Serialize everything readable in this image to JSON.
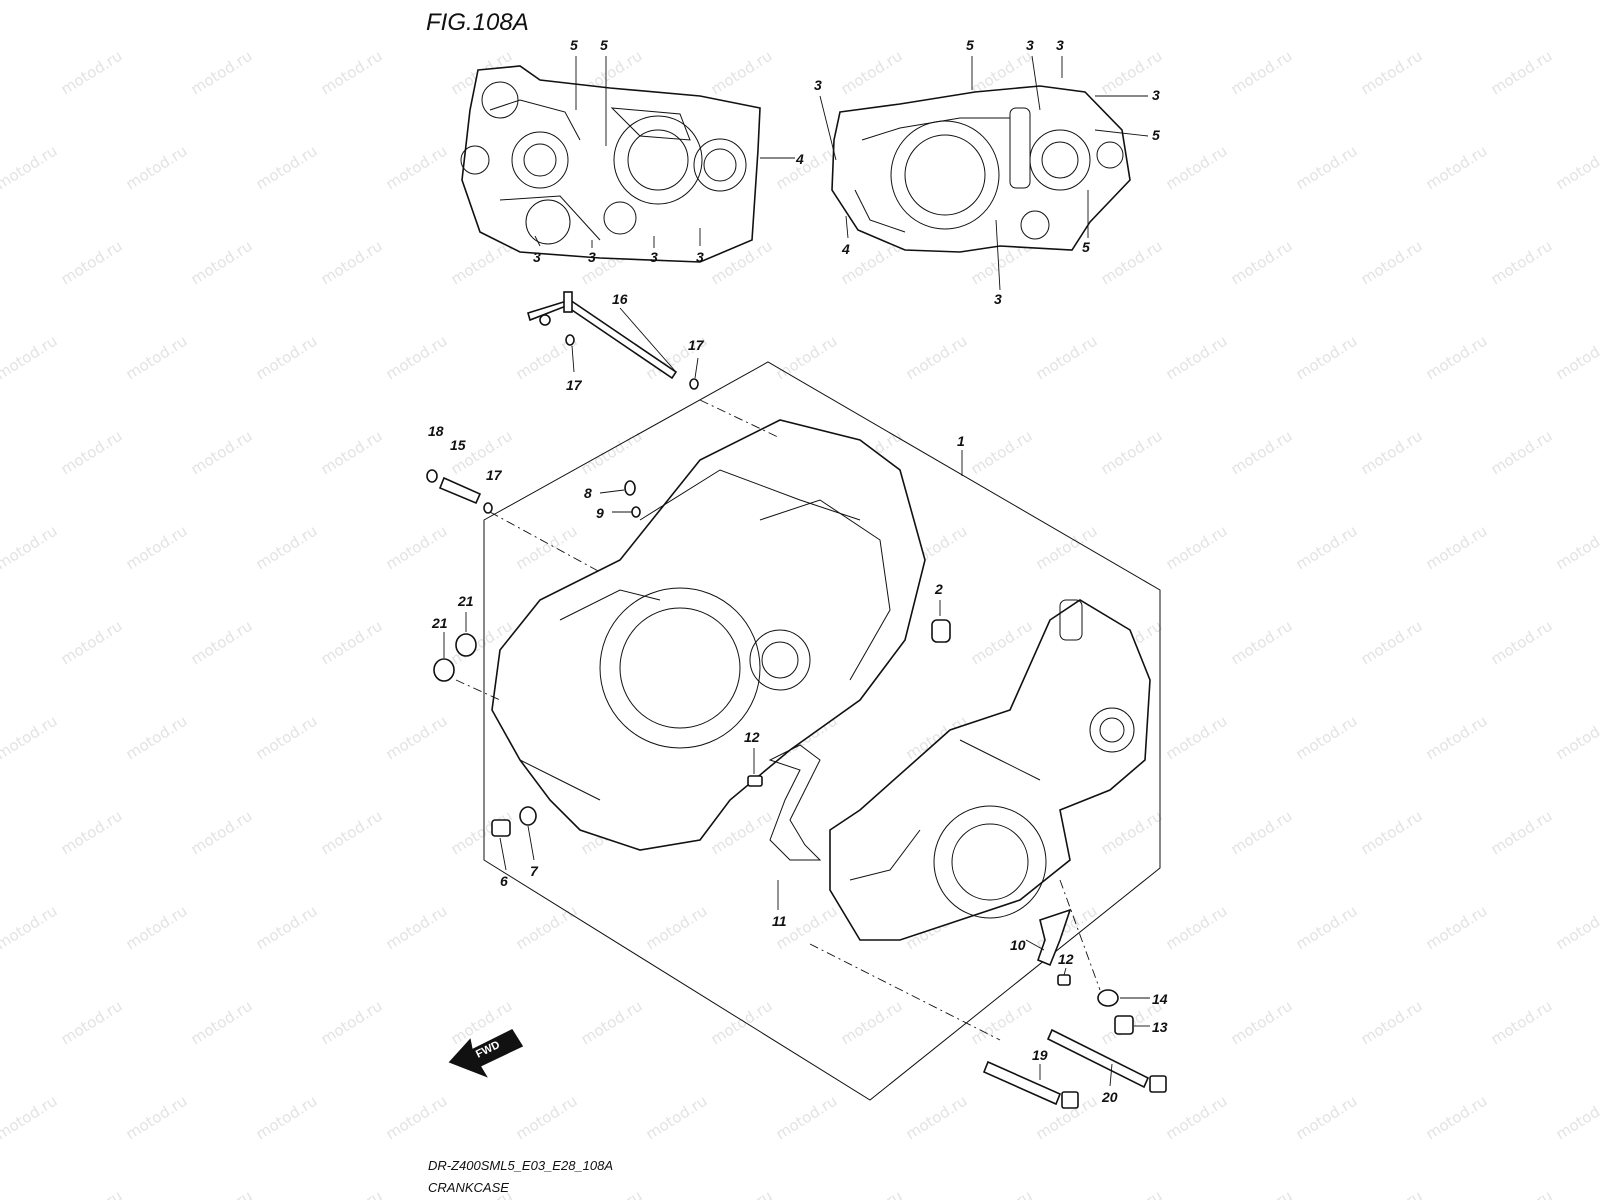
{
  "figure": {
    "title": "FIG.108A",
    "code": "DR-Z400SML5_E03_E28_108A",
    "caption": "CRANKCASE",
    "fwd_label": "FWD",
    "watermark": "motod.ru"
  },
  "callouts": [
    {
      "id": "c-5-a",
      "text": "5"
    },
    {
      "id": "c-5-b",
      "text": "5"
    },
    {
      "id": "c-4-a",
      "text": "4"
    },
    {
      "id": "c-3-a",
      "text": "3"
    },
    {
      "id": "c-3-b",
      "text": "3"
    },
    {
      "id": "c-3-c",
      "text": "3"
    },
    {
      "id": "c-3-d",
      "text": "3"
    },
    {
      "id": "c-5-c",
      "text": "5"
    },
    {
      "id": "c-3-e",
      "text": "3"
    },
    {
      "id": "c-3-f",
      "text": "3"
    },
    {
      "id": "c-3-g",
      "text": "3"
    },
    {
      "id": "c-3-h",
      "text": "3"
    },
    {
      "id": "c-5-d",
      "text": "5"
    },
    {
      "id": "c-4-b",
      "text": "4"
    },
    {
      "id": "c-3-i",
      "text": "3"
    },
    {
      "id": "c-5-e",
      "text": "5"
    },
    {
      "id": "c-16",
      "text": "16"
    },
    {
      "id": "c-17-a",
      "text": "17"
    },
    {
      "id": "c-17-b",
      "text": "17"
    },
    {
      "id": "c-1",
      "text": "1"
    },
    {
      "id": "c-18",
      "text": "18"
    },
    {
      "id": "c-15",
      "text": "15"
    },
    {
      "id": "c-17-c",
      "text": "17"
    },
    {
      "id": "c-8",
      "text": "8"
    },
    {
      "id": "c-9",
      "text": "9"
    },
    {
      "id": "c-2",
      "text": "2"
    },
    {
      "id": "c-21-a",
      "text": "21"
    },
    {
      "id": "c-21-b",
      "text": "21"
    },
    {
      "id": "c-12-a",
      "text": "12"
    },
    {
      "id": "c-6",
      "text": "6"
    },
    {
      "id": "c-7",
      "text": "7"
    },
    {
      "id": "c-11",
      "text": "11"
    },
    {
      "id": "c-10",
      "text": "10"
    },
    {
      "id": "c-12-b",
      "text": "12"
    },
    {
      "id": "c-14",
      "text": "14"
    },
    {
      "id": "c-13",
      "text": "13"
    },
    {
      "id": "c-19",
      "text": "19"
    },
    {
      "id": "c-20",
      "text": "20"
    }
  ]
}
